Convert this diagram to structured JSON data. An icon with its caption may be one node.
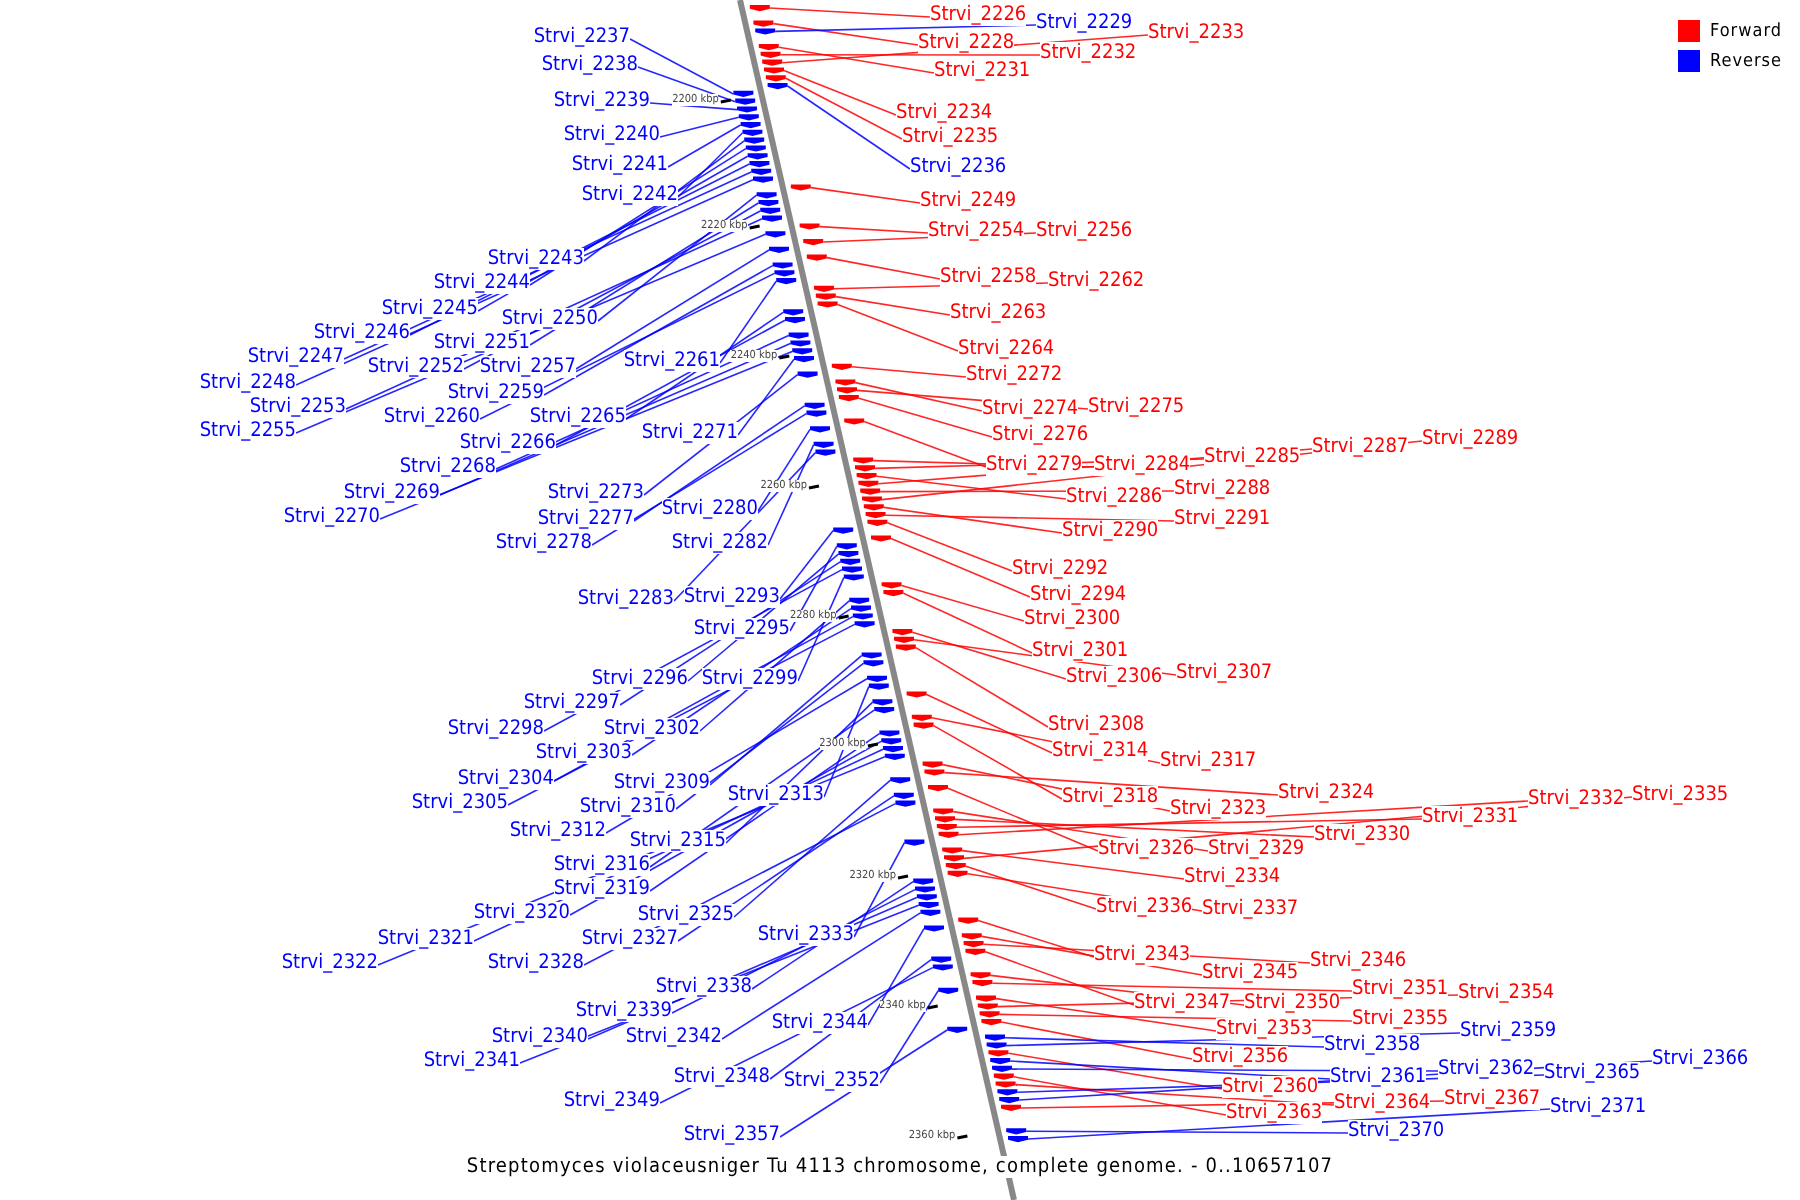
{
  "diagram": {
    "caption": "Streptomyces violaceusniger Tu 4113 chromosome, complete genome. - 0..10657107",
    "nodes": [
      {
        "text": [
          "Strvi_2226"
        ]
      },
      {
        "text": [
          "Strvi_2228"
        ]
      },
      {
        "text": [
          "Strvi_2229"
        ]
      },
      {
        "text": [
          "Strvi_2231"
        ]
      },
      {
        "text": [
          "Strvi_2232"
        ]
      },
      {
        "text": [
          "Strvi_2233"
        ]
      },
      {
        "text": [
          "Strvi_2234"
        ]
      },
      {
        "text": [
          "Strvi_2235"
        ]
      },
      {
        "text": [
          "Strvi_2236"
        ]
      },
      {
        "text": [
          "Strvi_2237"
        ]
      },
      {
        "text": [
          "Strvi_2238"
        ]
      },
      {
        "text": [
          "Strvi_2239"
        ]
      },
      {
        "text": [
          "Strvi_2240"
        ]
      },
      {
        "text": [
          "Strvi_2241"
        ]
      },
      {
        "text": [
          "Strvi_2242"
        ]
      },
      {
        "text": [
          "Strvi_2243"
        ]
      },
      {
        "text": [
          "Strvi_2244"
        ]
      },
      {
        "text": [
          "Strvi_2245"
        ]
      },
      {
        "text": [
          "Strvi_2246"
        ]
      },
      {
        "text": [
          "Strvi_2247"
        ]
      },
      {
        "text": [
          "Strvi_2248"
        ]
      },
      {
        "text": [
          "Strvi_2249"
        ]
      },
      {
        "text": [
          "Strvi_2250"
        ]
      },
      {
        "text": [
          "Strvi_2251"
        ]
      },
      {
        "text": [
          "Strvi_2252"
        ]
      },
      {
        "text": [
          "Strvi_2253"
        ]
      },
      {
        "text": [
          "Strvi_2254"
        ]
      },
      {
        "text": [
          "Strvi_2255"
        ]
      },
      {
        "text": [
          "Strvi_2256"
        ]
      },
      {
        "text": [
          "Strvi_2257"
        ]
      },
      {
        "text": [
          "Strvi_2258"
        ]
      },
      {
        "text": [
          "Strvi_2259"
        ]
      },
      {
        "text": [
          "Strvi_2260"
        ]
      },
      {
        "text": [
          "Strvi_2261"
        ]
      },
      {
        "text": [
          "Strvi_2262"
        ]
      },
      {
        "text": [
          "Strvi_2263"
        ]
      },
      {
        "text": [
          "Strvi_2264"
        ]
      },
      {
        "text": [
          "Strvi_2265"
        ]
      },
      {
        "text": [
          "Strvi_2266"
        ]
      },
      {
        "text": [
          "Strvi_2268"
        ]
      },
      {
        "text": [
          "Strvi_2269"
        ]
      },
      {
        "text": [
          "Strvi_2270"
        ]
      },
      {
        "text": [
          "Strvi_2271"
        ]
      },
      {
        "text": [
          "Strvi_2272"
        ]
      },
      {
        "text": [
          "Strvi_2273"
        ]
      },
      {
        "text": [
          "Strvi_2274"
        ]
      },
      {
        "text": [
          "Strvi_2275"
        ]
      },
      {
        "text": [
          "Strvi_2276"
        ]
      },
      {
        "text": [
          "Strvi_2277"
        ]
      },
      {
        "text": [
          "Strvi_2278"
        ]
      },
      {
        "text": [
          "Strvi_2279"
        ]
      },
      {
        "text": [
          "Strvi_2280"
        ]
      },
      {
        "text": [
          "Strvi_2282"
        ]
      },
      {
        "text": [
          "Strvi_2283"
        ]
      },
      {
        "text": [
          "Strvi_2284"
        ]
      },
      {
        "text": [
          "Strvi_2285"
        ]
      },
      {
        "text": [
          "Strvi_2286"
        ]
      },
      {
        "text": [
          "Strvi_2287"
        ]
      },
      {
        "text": [
          "Strvi_2288"
        ]
      },
      {
        "text": [
          "Strvi_2289"
        ]
      },
      {
        "text": [
          "Strvi_2290"
        ]
      },
      {
        "text": [
          "Strvi_2291"
        ]
      },
      {
        "text": [
          "Strvi_2292"
        ]
      },
      {
        "text": [
          "Strvi_2293"
        ]
      },
      {
        "text": [
          "Strvi_2294"
        ]
      },
      {
        "text": [
          "Strvi_2295"
        ]
      },
      {
        "text": [
          "Strvi_2296"
        ]
      },
      {
        "text": [
          "Strvi_2297"
        ]
      },
      {
        "text": [
          "Strvi_2298"
        ]
      },
      {
        "text": [
          "Strvi_2299"
        ]
      },
      {
        "text": [
          "Strvi_2300"
        ]
      },
      {
        "text": [
          "Strvi_2301"
        ]
      },
      {
        "text": [
          "Strvi_2302"
        ]
      },
      {
        "text": [
          "Strvi_2303"
        ]
      },
      {
        "text": [
          "Strvi_2304"
        ]
      },
      {
        "text": [
          "Strvi_2305"
        ]
      },
      {
        "text": [
          "Strvi_2306"
        ]
      },
      {
        "text": [
          "Strvi_2307"
        ]
      },
      {
        "text": [
          "Strvi_2308"
        ]
      },
      {
        "text": [
          "Strvi_2309"
        ]
      },
      {
        "text": [
          "Strvi_2310"
        ]
      },
      {
        "text": [
          "Strvi_2312"
        ]
      },
      {
        "text": [
          "Strvi_2313"
        ]
      },
      {
        "text": [
          "Strvi_2314"
        ]
      },
      {
        "text": [
          "Strvi_2315"
        ]
      },
      {
        "text": [
          "Strvi_2316"
        ]
      },
      {
        "text": [
          "Strvi_2317"
        ]
      },
      {
        "text": [
          "Strvi_2318"
        ]
      },
      {
        "text": [
          "Strvi_2319"
        ]
      },
      {
        "text": [
          "Strvi_2320"
        ]
      },
      {
        "text": [
          "Strvi_2321"
        ]
      },
      {
        "text": [
          "Strvi_2322"
        ]
      },
      {
        "text": [
          "Strvi_2323"
        ]
      },
      {
        "text": [
          "Strvi_2324"
        ]
      },
      {
        "text": [
          "Strvi_2325"
        ]
      },
      {
        "text": [
          "Strvi_2326"
        ]
      },
      {
        "text": [
          "Strvi_2327"
        ]
      },
      {
        "text": [
          "Strvi_2328"
        ]
      },
      {
        "text": [
          "Strvi_2329"
        ]
      },
      {
        "text": [
          "Strvi_2330"
        ]
      },
      {
        "text": [
          "Strvi_2331"
        ]
      },
      {
        "text": [
          "Strvi_2332"
        ]
      },
      {
        "text": [
          "Strvi_2333"
        ]
      },
      {
        "text": [
          "Strvi_2334"
        ]
      },
      {
        "text": [
          "Strvi_2335"
        ]
      },
      {
        "text": [
          "Strvi_2336"
        ]
      },
      {
        "text": [
          "Strvi_2337"
        ]
      },
      {
        "text": [
          "Strvi_2338"
        ]
      },
      {
        "text": [
          "Strvi_2339"
        ]
      },
      {
        "text": [
          "Strvi_2340"
        ]
      },
      {
        "text": [
          "Strvi_2341"
        ]
      },
      {
        "text": [
          "Strvi_2342"
        ]
      },
      {
        "text": [
          "Strvi_2343"
        ]
      },
      {
        "text": [
          "Strvi_2344"
        ]
      },
      {
        "text": [
          "Strvi_2345"
        ]
      },
      {
        "text": [
          "Strvi_2346"
        ]
      },
      {
        "text": [
          "Strvi_2347"
        ]
      },
      {
        "text": [
          "Strvi_2348"
        ]
      },
      {
        "text": [
          "Strvi_2349"
        ]
      },
      {
        "text": [
          "Strvi_2350"
        ]
      },
      {
        "text": [
          "Strvi_2351"
        ]
      },
      {
        "text": [
          "Strvi_2352"
        ]
      },
      {
        "text": [
          "Strvi_2353"
        ]
      },
      {
        "text": [
          "Strvi_2354"
        ]
      },
      {
        "text": [
          "Strvi_2355"
        ]
      },
      {
        "text": [
          "Strvi_2356"
        ]
      },
      {
        "text": [
          "Strvi_2357"
        ]
      },
      {
        "text": [
          "Strvi_2358"
        ]
      },
      {
        "text": [
          "Strvi_2359"
        ]
      },
      {
        "text": [
          "Strvi_2360"
        ]
      },
      {
        "text": [
          "Strvi_2361"
        ]
      },
      {
        "text": [
          "Strvi_2362"
        ]
      },
      {
        "text": [
          "Strvi_2363"
        ]
      },
      {
        "text": [
          "Strvi_2364"
        ]
      },
      {
        "text": [
          "Strvi_2365"
        ]
      },
      {
        "text": [
          "Strvi_2366"
        ]
      },
      {
        "text": [
          "Strvi_2367"
        ]
      },
      {
        "text": [
          "Strvi_2370"
        ]
      },
      {
        "text": [
          "Strvi_2371"
        ]
      },
      {
        "text": [],
        "shape": "arrow"
      },
      {
        "text": [],
        "shape": "arrow"
      },
      {
        "text": [],
        "shape": "arrow"
      },
      {
        "text": [],
        "shape": "arrow"
      },
      {
        "text": [],
        "shape": "arrow"
      },
      {
        "text": [],
        "shape": "arrow"
      },
      {
        "text": [],
        "shape": "arrow"
      },
      {
        "text": [],
        "shape": "arrow"
      },
      {
        "text": [],
        "shape": "arrow"
      },
      {
        "text": [],
        "shape": "arrow"
      },
      {
        "text": [],
        "shape": "arrow"
      },
      {
        "text": [],
        "shape": "arrow"
      },
      {
        "text": [],
        "shape": "arrow"
      },
      {
        "text": [],
        "shape": "arrow"
      },
      {
        "text": [],
        "shape": "arrow"
      },
      {
        "text": [],
        "shape": "arrow"
      },
      {
        "text": [],
        "shape": "arrow"
      },
      {
        "text": [],
        "shape": "arrow"
      },
      {
        "text": [],
        "shape": "arrow"
      },
      {
        "text": [],
        "shape": "arrow"
      },
      {
        "text": [],
        "shape": "arrow"
      },
      {
        "text": [],
        "shape": "arrow"
      },
      {
        "text": [],
        "shape": "arrow"
      },
      {
        "text": [],
        "shape": "arrow"
      },
      {
        "text": [],
        "shape": "arrow"
      },
      {
        "text": [],
        "shape": "arrow"
      },
      {
        "text": [],
        "shape": "arrow"
      },
      {
        "text": [],
        "shape": "arrow"
      },
      {
        "text": [],
        "shape": "arrow"
      },
      {
        "text": [],
        "shape": "arrow"
      },
      {
        "text": [],
        "shape": "arrow"
      },
      {
        "text": [],
        "shape": "arrow"
      },
      {
        "text": [],
        "shape": "arrow"
      },
      {
        "text": [],
        "shape": "arrow"
      },
      {
        "text": [],
        "shape": "arrow"
      },
      {
        "text": [],
        "shape": "arrow"
      },
      {
        "text": [],
        "shape": "arrow"
      },
      {
        "text": [],
        "shape": "arrow"
      },
      {
        "text": [],
        "shape": "arrow"
      },
      {
        "text": [],
        "shape": "arrow"
      },
      {
        "text": [],
        "shape": "arrow"
      },
      {
        "text": [],
        "shape": "arrow"
      },
      {
        "text": [],
        "shape": "arrow"
      },
      {
        "text": [],
        "shape": "arrow"
      },
      {
        "text": [],
        "shape": "arrow"
      },
      {
        "text": [],
        "shape": "arrow"
      },
      {
        "text": [],
        "shape": "arrow"
      },
      {
        "text": [],
        "shape": "arrow"
      },
      {
        "text": [],
        "shape": "arrow"
      },
      {
        "text": [],
        "shape": "arrow"
      },
      {
        "text": [],
        "shape": "arrow"
      },
      {
        "text": [],
        "shape": "arrow"
      },
      {
        "text": [],
        "shape": "arrow"
      },
      {
        "text": [],
        "shape": "arrow"
      },
      {
        "text": [],
        "shape": "arrow"
      },
      {
        "text": [],
        "shape": "arrow"
      },
      {
        "text": [],
        "shape": "arrow"
      },
      {
        "text": [],
        "shape": "arrow"
      },
      {
        "text": [],
        "shape": "arrow"
      },
      {
        "text": [],
        "shape": "arrow"
      },
      {
        "text": [],
        "shape": "arrow"
      },
      {
        "text": [],
        "shape": "arrow"
      },
      {
        "text": [],
        "shape": "arrow"
      },
      {
        "text": [],
        "shape": "arrow"
      },
      {
        "text": [],
        "shape": "arrow"
      },
      {
        "text": [],
        "shape": "arrow"
      },
      {
        "text": [],
        "shape": "arrow"
      },
      {
        "text": [],
        "shape": "arrow"
      },
      {
        "text": [],
        "shape": "arrow"
      },
      {
        "text": [],
        "shape": "arrow"
      },
      {
        "text": [],
        "shape": "arrow"
      },
      {
        "text": [],
        "shape": "arrow"
      },
      {
        "text": [],
        "shape": "arrow"
      },
      {
        "text": [],
        "shape": "arrow"
      },
      {
        "text": [],
        "shape": "arrow"
      },
      {
        "text": [],
        "shape": "arrow"
      },
      {
        "text": [],
        "shape": "arrow"
      },
      {
        "text": [],
        "shape": "arrow"
      },
      {
        "text": [],
        "shape": "arrow"
      },
      {
        "text": [],
        "shape": "arrow"
      },
      {
        "text": [],
        "shape": "arrow"
      },
      {
        "text": [],
        "shape": "arrow"
      },
      {
        "text": [],
        "shape": "arrow"
      },
      {
        "text": [],
        "shape": "arrow"
      },
      {
        "text": [],
        "shape": "arrow"
      },
      {
        "text": [],
        "shape": "arrow"
      },
      {
        "text": [],
        "shape": "arrow"
      },
      {
        "text": [],
        "shape": "arrow"
      },
      {
        "text": [],
        "shape": "arrow"
      },
      {
        "text": [],
        "shape": "arrow"
      },
      {
        "text": [],
        "shape": "arrow"
      },
      {
        "text": [],
        "shape": "arrow"
      },
      {
        "text": [],
        "shape": "arrow"
      },
      {
        "text": [],
        "shape": "arrow"
      },
      {
        "text": [],
        "shape": "arrow"
      },
      {
        "text": [],
        "shape": "arrow"
      },
      {
        "text": [],
        "shape": "arrow"
      },
      {
        "text": [],
        "shape": "arrow"
      },
      {
        "text": [],
        "shape": "arrow"
      },
      {
        "text": [],
        "shape": "arrow"
      },
      {
        "text": [],
        "shape": "arrow"
      },
      {
        "text": [],
        "shape": "arrow"
      },
      {
        "text": [],
        "shape": "arrow"
      },
      {
        "text": [],
        "shape": "arrow"
      },
      {
        "text": [],
        "shape": "arrow"
      },
      {
        "text": [],
        "shape": "arrow"
      },
      {
        "text": [],
        "shape": "arrow"
      },
      {
        "text": [],
        "shape": "arrow"
      },
      {
        "text": [],
        "shape": "arrow"
      },
      {
        "text": [],
        "shape": "arrow"
      },
      {
        "text": [],
        "shape": "arrow"
      },
      {
        "text": [],
        "shape": "arrow"
      },
      {
        "text": [],
        "shape": "arrow"
      },
      {
        "text": [],
        "shape": "arrow"
      },
      {
        "text": [],
        "shape": "arrow"
      },
      {
        "text": [],
        "shape": "arrow"
      },
      {
        "text": [],
        "shape": "arrow"
      },
      {
        "text": [],
        "shape": "arrow"
      },
      {
        "text": [],
        "shape": "arrow"
      },
      {
        "text": [],
        "shape": "arrow"
      },
      {
        "text": [],
        "shape": "arrow"
      },
      {
        "text": [],
        "shape": "arrow"
      },
      {
        "text": [],
        "shape": "arrow"
      },
      {
        "text": [],
        "shape": "arrow"
      },
      {
        "text": [],
        "shape": "arrow"
      },
      {
        "text": [],
        "shape": "arrow"
      },
      {
        "text": [],
        "shape": "arrow"
      },
      {
        "text": [],
        "shape": "arrow"
      },
      {
        "text": [],
        "shape": "arrow"
      },
      {
        "text": [],
        "shape": "arrow"
      },
      {
        "text": [],
        "shape": "arrow"
      },
      {
        "text": [],
        "shape": "arrow"
      },
      {
        "text": [],
        "shape": "arrow"
      },
      {
        "text": [],
        "shape": "arrow"
      },
      {
        "text": [],
        "shape": "arrow"
      },
      {
        "text": [],
        "shape": "arrow"
      },
      {
        "text": [],
        "shape": "arrow"
      },
      {
        "text": [],
        "shape": "arrow"
      },
      {
        "text": [],
        "shape": "arrow"
      }
    ],
    "edges": [
      {
        "from": 0,
        "to": 139,
        "arrow": "none",
        "color": "#ff0000"
      },
      {
        "from": 1,
        "to": 140,
        "arrow": "none",
        "color": "#ff0000"
      },
      {
        "from": 2,
        "to": 141,
        "arrow": "none",
        "color": "#0000ff"
      },
      {
        "from": 3,
        "to": 142,
        "arrow": "none",
        "color": "#ff0000"
      },
      {
        "from": 4,
        "to": 143,
        "arrow": "none",
        "color": "#ff0000"
      },
      {
        "from": 5,
        "to": 144,
        "arrow": "none",
        "color": "#ff0000"
      },
      {
        "from": 6,
        "to": 145,
        "arrow": "none",
        "color": "#ff0000"
      },
      {
        "from": 7,
        "to": 146,
        "arrow": "none",
        "color": "#ff0000"
      },
      {
        "from": 8,
        "to": 147,
        "arrow": "none",
        "color": "#0000ff"
      },
      {
        "from": 9,
        "to": 148,
        "arrow": "none",
        "color": "#0000ff"
      },
      {
        "from": 10,
        "to": 149,
        "arrow": "none",
        "color": "#0000ff"
      },
      {
        "from": 11,
        "to": 150,
        "arrow": "none",
        "color": "#0000ff"
      },
      {
        "from": 12,
        "to": 151,
        "arrow": "none",
        "color": "#0000ff"
      },
      {
        "from": 13,
        "to": 152,
        "arrow": "none",
        "color": "#0000ff"
      },
      {
        "from": 14,
        "to": 153,
        "arrow": "none",
        "color": "#0000ff"
      },
      {
        "from": 15,
        "to": 154,
        "arrow": "none",
        "color": "#0000ff"
      },
      {
        "from": 16,
        "to": 155,
        "arrow": "none",
        "color": "#0000ff"
      },
      {
        "from": 17,
        "to": 156,
        "arrow": "none",
        "color": "#0000ff"
      },
      {
        "from": 18,
        "to": 157,
        "arrow": "none",
        "color": "#0000ff"
      },
      {
        "from": 19,
        "to": 158,
        "arrow": "none",
        "color": "#0000ff"
      },
      {
        "from": 20,
        "to": 159,
        "arrow": "none",
        "color": "#0000ff"
      },
      {
        "from": 21,
        "to": 160,
        "arrow": "none",
        "color": "#ff0000"
      },
      {
        "from": 22,
        "to": 161,
        "arrow": "none",
        "color": "#0000ff"
      },
      {
        "from": 23,
        "to": 162,
        "arrow": "none",
        "color": "#0000ff"
      },
      {
        "from": 24,
        "to": 163,
        "arrow": "none",
        "color": "#0000ff"
      },
      {
        "from": 25,
        "to": 164,
        "arrow": "none",
        "color": "#0000ff"
      },
      {
        "from": 26,
        "to": 165,
        "arrow": "none",
        "color": "#ff0000"
      },
      {
        "from": 27,
        "to": 166,
        "arrow": "none",
        "color": "#0000ff"
      },
      {
        "from": 28,
        "to": 167,
        "arrow": "none",
        "color": "#ff0000"
      },
      {
        "from": 29,
        "to": 168,
        "arrow": "none",
        "color": "#0000ff"
      },
      {
        "from": 30,
        "to": 169,
        "arrow": "none",
        "color": "#ff0000"
      },
      {
        "from": 31,
        "to": 170,
        "arrow": "none",
        "color": "#0000ff"
      },
      {
        "from": 32,
        "to": 171,
        "arrow": "none",
        "color": "#0000ff"
      },
      {
        "from": 33,
        "to": 172,
        "arrow": "none",
        "color": "#0000ff"
      },
      {
        "from": 34,
        "to": 173,
        "arrow": "none",
        "color": "#ff0000"
      },
      {
        "from": 35,
        "to": 174,
        "arrow": "none",
        "color": "#ff0000"
      },
      {
        "from": 36,
        "to": 175,
        "arrow": "none",
        "color": "#ff0000"
      },
      {
        "from": 37,
        "to": 176,
        "arrow": "none",
        "color": "#0000ff"
      },
      {
        "from": 38,
        "to": 177,
        "arrow": "none",
        "color": "#0000ff"
      },
      {
        "from": 39,
        "to": 178,
        "arrow": "none",
        "color": "#0000ff"
      },
      {
        "from": 40,
        "to": 179,
        "arrow": "none",
        "color": "#0000ff"
      },
      {
        "from": 41,
        "to": 180,
        "arrow": "none",
        "color": "#0000ff"
      },
      {
        "from": 42,
        "to": 181,
        "arrow": "none",
        "color": "#0000ff"
      },
      {
        "from": 43,
        "to": 182,
        "arrow": "none",
        "color": "#ff0000"
      },
      {
        "from": 44,
        "to": 183,
        "arrow": "none",
        "color": "#0000ff"
      },
      {
        "from": 45,
        "to": 184,
        "arrow": "none",
        "color": "#ff0000"
      },
      {
        "from": 46,
        "to": 185,
        "arrow": "none",
        "color": "#ff0000"
      },
      {
        "from": 47,
        "to": 186,
        "arrow": "none",
        "color": "#ff0000"
      },
      {
        "from": 48,
        "to": 187,
        "arrow": "none",
        "color": "#0000ff"
      },
      {
        "from": 49,
        "to": 188,
        "arrow": "none",
        "color": "#0000ff"
      },
      {
        "from": 50,
        "to": 189,
        "arrow": "none",
        "color": "#ff0000"
      },
      {
        "from": 51,
        "to": 190,
        "arrow": "none",
        "color": "#0000ff"
      },
      {
        "from": 52,
        "to": 191,
        "arrow": "none",
        "color": "#0000ff"
      },
      {
        "from": 53,
        "to": 192,
        "arrow": "none",
        "color": "#0000ff"
      },
      {
        "from": 54,
        "to": 193,
        "arrow": "none",
        "color": "#ff0000"
      },
      {
        "from": 55,
        "to": 194,
        "arrow": "none",
        "color": "#ff0000"
      },
      {
        "from": 56,
        "to": 195,
        "arrow": "none",
        "color": "#ff0000"
      },
      {
        "from": 57,
        "to": 196,
        "arrow": "none",
        "color": "#ff0000"
      },
      {
        "from": 58,
        "to": 197,
        "arrow": "none",
        "color": "#ff0000"
      },
      {
        "from": 59,
        "to": 198,
        "arrow": "none",
        "color": "#ff0000"
      },
      {
        "from": 60,
        "to": 199,
        "arrow": "none",
        "color": "#ff0000"
      },
      {
        "from": 61,
        "to": 200,
        "arrow": "none",
        "color": "#ff0000"
      },
      {
        "from": 62,
        "to": 201,
        "arrow": "none",
        "color": "#ff0000"
      },
      {
        "from": 63,
        "to": 202,
        "arrow": "none",
        "color": "#0000ff"
      },
      {
        "from": 64,
        "to": 203,
        "arrow": "none",
        "color": "#ff0000"
      },
      {
        "from": 65,
        "to": 204,
        "arrow": "none",
        "color": "#0000ff"
      },
      {
        "from": 66,
        "to": 205,
        "arrow": "none",
        "color": "#0000ff"
      },
      {
        "from": 67,
        "to": 206,
        "arrow": "none",
        "color": "#0000ff"
      },
      {
        "from": 68,
        "to": 207,
        "arrow": "none",
        "color": "#0000ff"
      },
      {
        "from": 69,
        "to": 208,
        "arrow": "none",
        "color": "#0000ff"
      },
      {
        "from": 70,
        "to": 209,
        "arrow": "none",
        "color": "#ff0000"
      },
      {
        "from": 71,
        "to": 210,
        "arrow": "none",
        "color": "#ff0000"
      },
      {
        "from": 72,
        "to": 211,
        "arrow": "none",
        "color": "#0000ff"
      },
      {
        "from": 73,
        "to": 212,
        "arrow": "none",
        "color": "#0000ff"
      },
      {
        "from": 74,
        "to": 213,
        "arrow": "none",
        "color": "#0000ff"
      },
      {
        "from": 75,
        "to": 214,
        "arrow": "none",
        "color": "#0000ff"
      },
      {
        "from": 76,
        "to": 215,
        "arrow": "none",
        "color": "#ff0000"
      },
      {
        "from": 77,
        "to": 216,
        "arrow": "none",
        "color": "#ff0000"
      },
      {
        "from": 78,
        "to": 217,
        "arrow": "none",
        "color": "#ff0000"
      },
      {
        "from": 79,
        "to": 218,
        "arrow": "none",
        "color": "#0000ff"
      },
      {
        "from": 80,
        "to": 219,
        "arrow": "none",
        "color": "#0000ff"
      },
      {
        "from": 81,
        "to": 220,
        "arrow": "none",
        "color": "#0000ff"
      },
      {
        "from": 82,
        "to": 221,
        "arrow": "none",
        "color": "#0000ff"
      },
      {
        "from": 83,
        "to": 222,
        "arrow": "none",
        "color": "#ff0000"
      },
      {
        "from": 84,
        "to": 223,
        "arrow": "none",
        "color": "#0000ff"
      },
      {
        "from": 85,
        "to": 224,
        "arrow": "none",
        "color": "#0000ff"
      },
      {
        "from": 86,
        "to": 225,
        "arrow": "none",
        "color": "#ff0000"
      },
      {
        "from": 87,
        "to": 226,
        "arrow": "none",
        "color": "#ff0000"
      },
      {
        "from": 88,
        "to": 227,
        "arrow": "none",
        "color": "#0000ff"
      },
      {
        "from": 89,
        "to": 228,
        "arrow": "none",
        "color": "#0000ff"
      },
      {
        "from": 90,
        "to": 229,
        "arrow": "none",
        "color": "#0000ff"
      },
      {
        "from": 91,
        "to": 230,
        "arrow": "none",
        "color": "#0000ff"
      },
      {
        "from": 92,
        "to": 231,
        "arrow": "none",
        "color": "#ff0000"
      },
      {
        "from": 93,
        "to": 232,
        "arrow": "none",
        "color": "#ff0000"
      },
      {
        "from": 94,
        "to": 233,
        "arrow": "none",
        "color": "#0000ff"
      },
      {
        "from": 95,
        "to": 234,
        "arrow": "none",
        "color": "#ff0000"
      },
      {
        "from": 96,
        "to": 235,
        "arrow": "none",
        "color": "#0000ff"
      },
      {
        "from": 97,
        "to": 236,
        "arrow": "none",
        "color": "#0000ff"
      },
      {
        "from": 98,
        "to": 237,
        "arrow": "none",
        "color": "#ff0000"
      },
      {
        "from": 99,
        "to": 238,
        "arrow": "none",
        "color": "#ff0000"
      },
      {
        "from": 100,
        "to": 239,
        "arrow": "none",
        "color": "#ff0000"
      },
      {
        "from": 101,
        "to": 240,
        "arrow": "none",
        "color": "#ff0000"
      },
      {
        "from": 102,
        "to": 241,
        "arrow": "none",
        "color": "#0000ff"
      },
      {
        "from": 103,
        "to": 242,
        "arrow": "none",
        "color": "#ff0000"
      },
      {
        "from": 104,
        "to": 243,
        "arrow": "none",
        "color": "#ff0000"
      },
      {
        "from": 105,
        "to": 244,
        "arrow": "none",
        "color": "#ff0000"
      },
      {
        "from": 106,
        "to": 245,
        "arrow": "none",
        "color": "#ff0000"
      },
      {
        "from": 107,
        "to": 246,
        "arrow": "none",
        "color": "#0000ff"
      },
      {
        "from": 108,
        "to": 247,
        "arrow": "none",
        "color": "#0000ff"
      },
      {
        "from": 109,
        "to": 248,
        "arrow": "none",
        "color": "#0000ff"
      },
      {
        "from": 110,
        "to": 249,
        "arrow": "none",
        "color": "#0000ff"
      },
      {
        "from": 111,
        "to": 250,
        "arrow": "none",
        "color": "#0000ff"
      },
      {
        "from": 112,
        "to": 251,
        "arrow": "none",
        "color": "#ff0000"
      },
      {
        "from": 113,
        "to": 252,
        "arrow": "none",
        "color": "#0000ff"
      },
      {
        "from": 114,
        "to": 253,
        "arrow": "none",
        "color": "#ff0000"
      },
      {
        "from": 115,
        "to": 254,
        "arrow": "none",
        "color": "#ff0000"
      },
      {
        "from": 116,
        "to": 255,
        "arrow": "none",
        "color": "#ff0000"
      },
      {
        "from": 117,
        "to": 256,
        "arrow": "none",
        "color": "#0000ff"
      },
      {
        "from": 118,
        "to": 257,
        "arrow": "none",
        "color": "#0000ff"
      },
      {
        "from": 119,
        "to": 258,
        "arrow": "none",
        "color": "#ff0000"
      },
      {
        "from": 120,
        "to": 259,
        "arrow": "none",
        "color": "#ff0000"
      },
      {
        "from": 121,
        "to": 260,
        "arrow": "none",
        "color": "#0000ff"
      },
      {
        "from": 122,
        "to": 261,
        "arrow": "none",
        "color": "#ff0000"
      },
      {
        "from": 123,
        "to": 262,
        "arrow": "none",
        "color": "#ff0000"
      },
      {
        "from": 124,
        "to": 263,
        "arrow": "none",
        "color": "#ff0000"
      },
      {
        "from": 125,
        "to": 264,
        "arrow": "none",
        "color": "#ff0000"
      },
      {
        "from": 126,
        "to": 265,
        "arrow": "none",
        "color": "#0000ff"
      },
      {
        "from": 127,
        "to": 266,
        "arrow": "none",
        "color": "#0000ff"
      },
      {
        "from": 128,
        "to": 267,
        "arrow": "none",
        "color": "#0000ff"
      },
      {
        "from": 129,
        "to": 268,
        "arrow": "none",
        "color": "#ff0000"
      },
      {
        "from": 130,
        "to": 269,
        "arrow": "none",
        "color": "#0000ff"
      },
      {
        "from": 131,
        "to": 270,
        "arrow": "none",
        "color": "#0000ff"
      },
      {
        "from": 132,
        "to": 271,
        "arrow": "none",
        "color": "#ff0000"
      },
      {
        "from": 133,
        "to": 272,
        "arrow": "none",
        "color": "#ff0000"
      },
      {
        "from": 134,
        "to": 273,
        "arrow": "none",
        "color": "#0000ff"
      },
      {
        "from": 135,
        "to": 274,
        "arrow": "none",
        "color": "#0000ff"
      },
      {
        "from": 136,
        "to": 275,
        "arrow": "none",
        "color": "#ff0000"
      },
      {
        "from": 137,
        "to": 276,
        "arrow": "none",
        "color": "#0000ff"
      },
      {
        "from": 138,
        "to": 277,
        "arrow": "none",
        "color": "#0000ff"
      }
    ],
    "labels": [
      "2200 kbp",
      "2220 kbp",
      "2240 kbp",
      "2260 kbp",
      "2280 kbp",
      "2300 kbp",
      "2320 kbp",
      "2340 kbp",
      "2360 kbp"
    ],
    "legend": [
      {
        "text": "Forward",
        "color": "#ff0000"
      },
      {
        "text": "Reverse",
        "color": "#0000ff"
      }
    ]
  }
}
